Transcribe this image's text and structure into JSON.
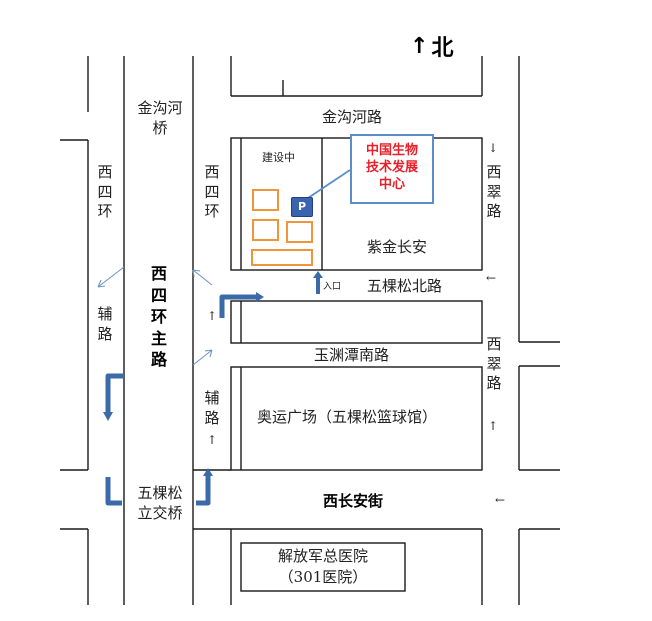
{
  "title": "",
  "compass": {
    "arrow": "↑",
    "label": "北"
  },
  "roads": {
    "jingouhe_road": "金沟河路",
    "jingouhe_bridge": "金沟河桥",
    "xisihuan_left": "西四环",
    "xisihuan_right": "西四环",
    "xisihuan_main": "西四环主路",
    "fulu_left": "辅路",
    "fulu_right": "辅路",
    "xicui_top": "西翠路",
    "xicui_bottom": "西翠路",
    "wukesong_north": "五棵松北路",
    "yuyuantan_south": "玉渊潭南路",
    "xichangan": "西长安街",
    "wukesong_interchange": "五棵松立交桥"
  },
  "places": {
    "construction": "建设中",
    "zijin_changan": "紫金长安",
    "entrance": "入口",
    "olympic": "奥运广场（五棵松篮球馆）",
    "hospital_line1": "解放军总医院",
    "hospital_line2": "（301医院）"
  },
  "callout": {
    "line1": "中国生物",
    "line2": "技术发展",
    "line3": "中心"
  },
  "parking_icon": "P",
  "direction_arrows": {
    "down": "↓",
    "left": "←",
    "up": "↑"
  },
  "colors": {
    "road_line": "#1a1a1a",
    "building_orange": "#f0963a",
    "callout_border": "#5b8fc9",
    "callout_text": "#e8202a",
    "route_blue": "#3b6aa8",
    "thin_arrow": "#6d96c8"
  }
}
